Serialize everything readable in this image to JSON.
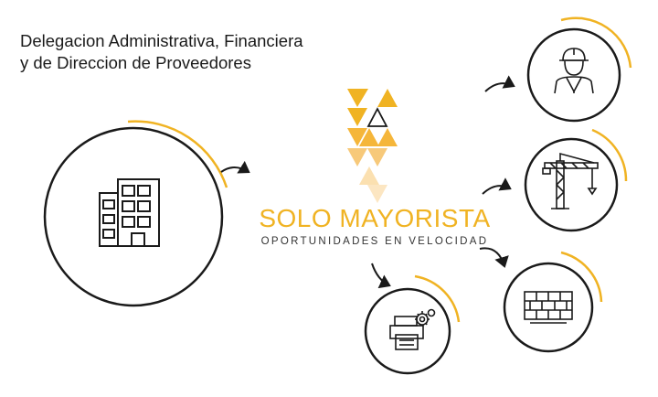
{
  "heading": {
    "line1": "Delegacion Administrativa, Financiera",
    "line2": "y de Direccion de Proveedores"
  },
  "brand": {
    "title": "SOLO MAYORISTA",
    "subtitle": "OPORTUNIDADES EN VELOCIDAD"
  },
  "colors": {
    "accent": "#f0b323",
    "accent_light": "#f7c97a",
    "accent_pale": "#fbe0b0",
    "stroke": "#1a1a1a"
  },
  "icons": {
    "hub": "building-icon",
    "node1": "worker-icon",
    "node2": "crane-icon",
    "node3": "brick-wall-icon",
    "node4": "printer-gear-icon"
  }
}
